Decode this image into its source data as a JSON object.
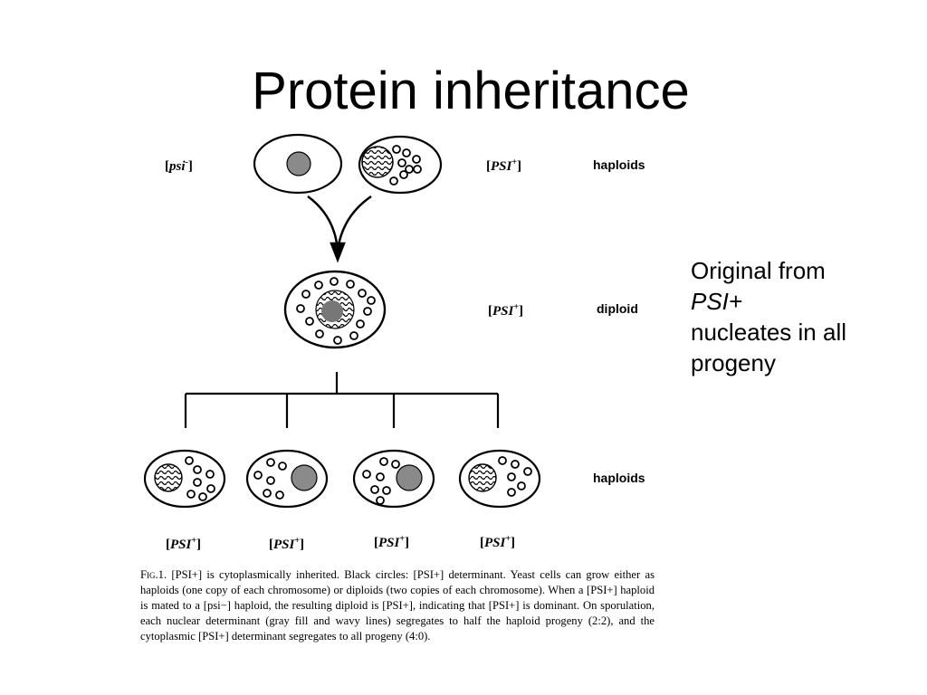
{
  "title": "Protein inheritance",
  "figure": {
    "top_left_label": {
      "open": "[",
      "name": "psi",
      "sup": "-",
      "close": "]"
    },
    "top_right_label": {
      "open": "[",
      "name": "PSI",
      "sup": "+",
      "close": "]"
    },
    "top_row_label": "haploids",
    "middle_label": {
      "open": "[",
      "name": "PSI",
      "sup": "+",
      "close": "]"
    },
    "middle_row_label": "diploid",
    "bottom_row_label": "haploids",
    "bottom_labels": [
      {
        "open": "[",
        "name": "PSI",
        "sup": "+",
        "close": "]"
      },
      {
        "open": "[",
        "name": "PSI",
        "sup": "+",
        "close": "]"
      },
      {
        "open": "[",
        "name": "PSI",
        "sup": "+",
        "close": "]"
      },
      {
        "open": "[",
        "name": "PSI",
        "sup": "+",
        "close": "]"
      }
    ],
    "caption": {
      "prefix": "Fig.1.",
      "text": " [PSI+] is cytoplasmically inherited. Black circles: [PSI+] determinant. Yeast cells can grow either as haploids (one copy of each chromosome) or diploids (two copies of each chromosome). When a [PSI+] haploid is mated to a [psi−] haploid, the resulting diploid is [PSI+], indicating that [PSI+] is dominant. On sporulation, each nuclear determinant (gray fill and wavy lines) segregates to half the haploid progeny (2:2), and the cytoplasmic [PSI+] determinant segregates to all progeny (4:0)."
    }
  },
  "side_note": {
    "line1": "Original from",
    "line2": "PSI+",
    "line3": "nucleates in all",
    "line4": "progeny"
  },
  "colors": {
    "gray_nucleus": "#8a8a8a",
    "stroke": "#000000"
  }
}
